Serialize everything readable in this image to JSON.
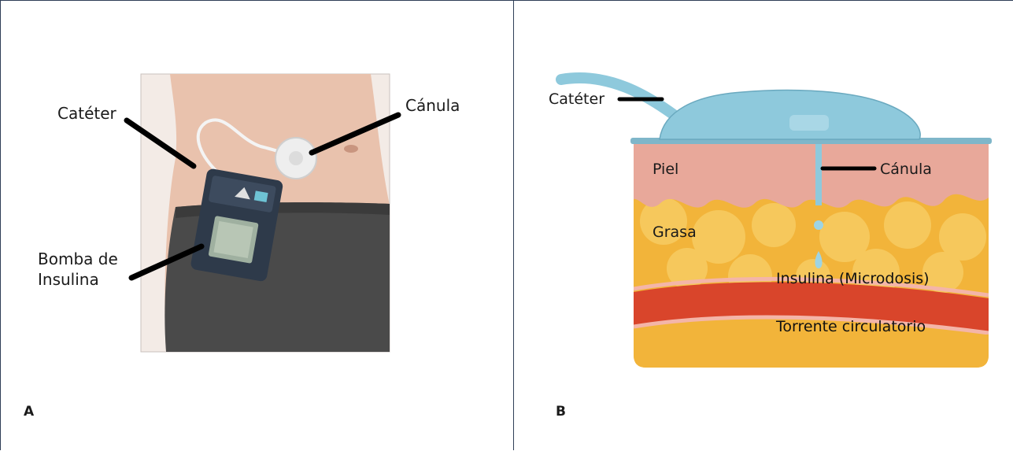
{
  "panel_a": {
    "letter": "A",
    "labels": {
      "cateter": "Catéter",
      "canula": "Cánula",
      "bomba": "Bomba de\nInsulina"
    }
  },
  "panel_b": {
    "letter": "B",
    "labels": {
      "cateter": "Catéter",
      "piel": "Piel",
      "canula": "Cánula",
      "grasa": "Grasa",
      "insulina": "Insulina (Microdosis)",
      "torrente": "Torrente circulatorio"
    }
  },
  "colors": {
    "border": "#2f3e57",
    "skin": "#e8a89a",
    "fat": "#f2b43a",
    "blood": "#d9452b",
    "device": "#8ec9dc"
  }
}
